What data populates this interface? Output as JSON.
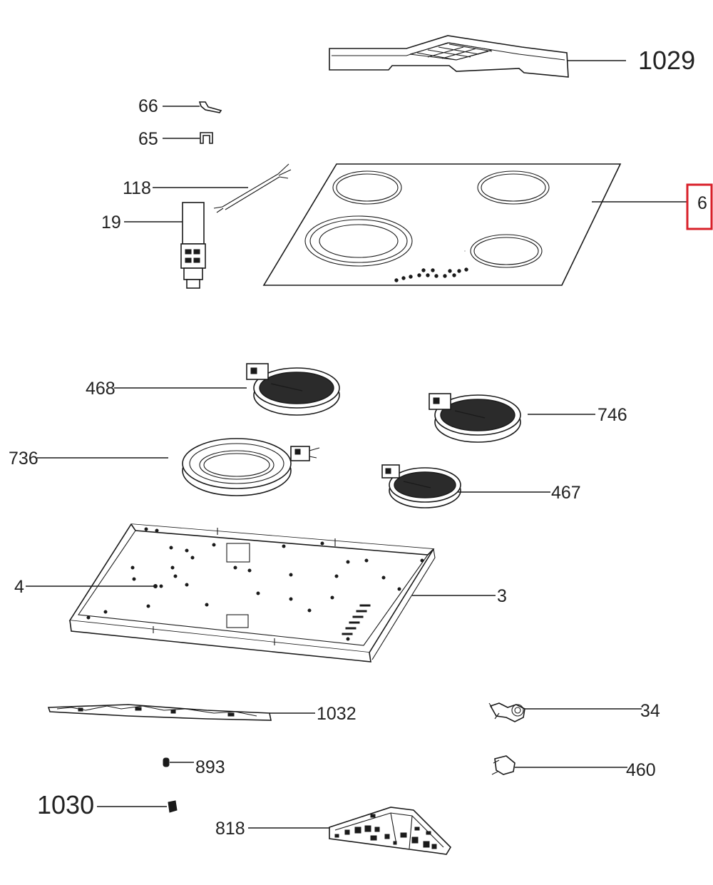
{
  "diagram": {
    "highlight_color": "#d9202a",
    "labels": {
      "p1029": "1029",
      "p66": "66",
      "p65": "65",
      "p118": "118",
      "p19": "19",
      "p6": "6",
      "p468": "468",
      "p746": "746",
      "p736": "736",
      "p467": "467",
      "p4": "4",
      "p3": "3",
      "p1032": "1032",
      "p34": "34",
      "p893": "893",
      "p460": "460",
      "p1030": "1030",
      "p818": "818"
    }
  }
}
